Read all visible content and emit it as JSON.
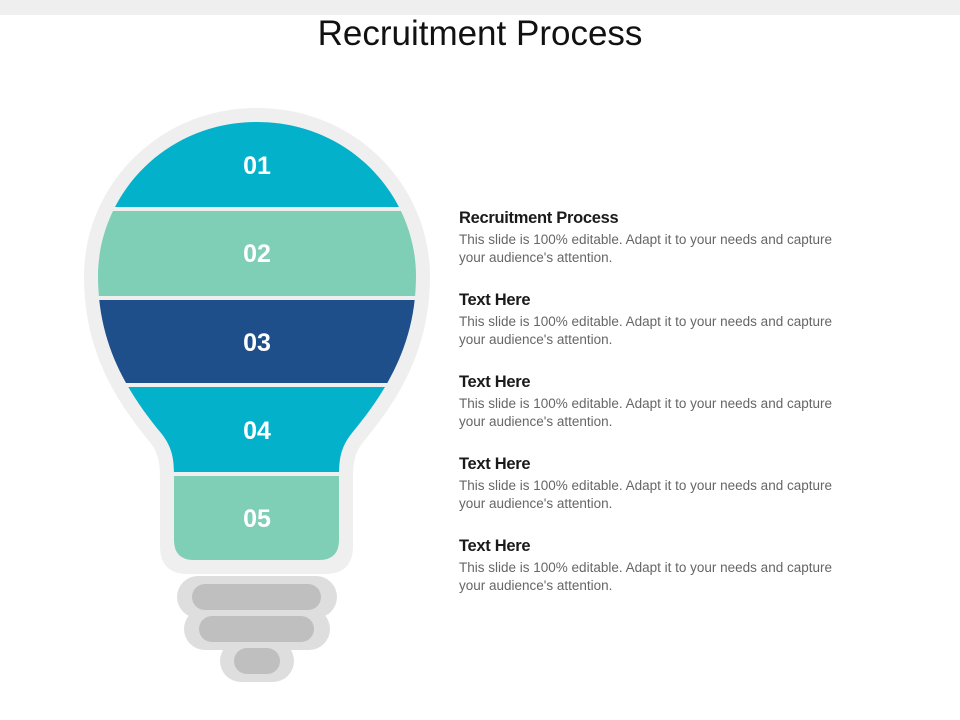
{
  "title": "Recruitment Process",
  "colors": {
    "teal": "#04b1ca",
    "mint": "#7ecfb5",
    "navy": "#1e4f8a",
    "outline": "#efefef",
    "base_outer": "#dedede",
    "base_inner": "#bfbfbf"
  },
  "segments": [
    {
      "label": "01",
      "color": "teal"
    },
    {
      "label": "02",
      "color": "mint"
    },
    {
      "label": "03",
      "color": "navy"
    },
    {
      "label": "04",
      "color": "teal"
    },
    {
      "label": "05",
      "color": "mint"
    }
  ],
  "items": [
    {
      "title": "Recruitment Process",
      "desc": "This slide is 100% editable. Adapt it to your needs and capture your audience's attention."
    },
    {
      "title": "Text Here",
      "desc": "This slide is 100% editable. Adapt it to your needs and capture your audience's attention."
    },
    {
      "title": "Text Here",
      "desc": "This slide is 100% editable. Adapt it to your needs and capture your audience's attention."
    },
    {
      "title": "Text Here",
      "desc": "This slide is 100% editable. Adapt it to your needs and capture your audience's attention."
    },
    {
      "title": "Text Here",
      "desc": "This slide is 100% editable. Adapt it to your needs and capture your audience's attention."
    }
  ]
}
